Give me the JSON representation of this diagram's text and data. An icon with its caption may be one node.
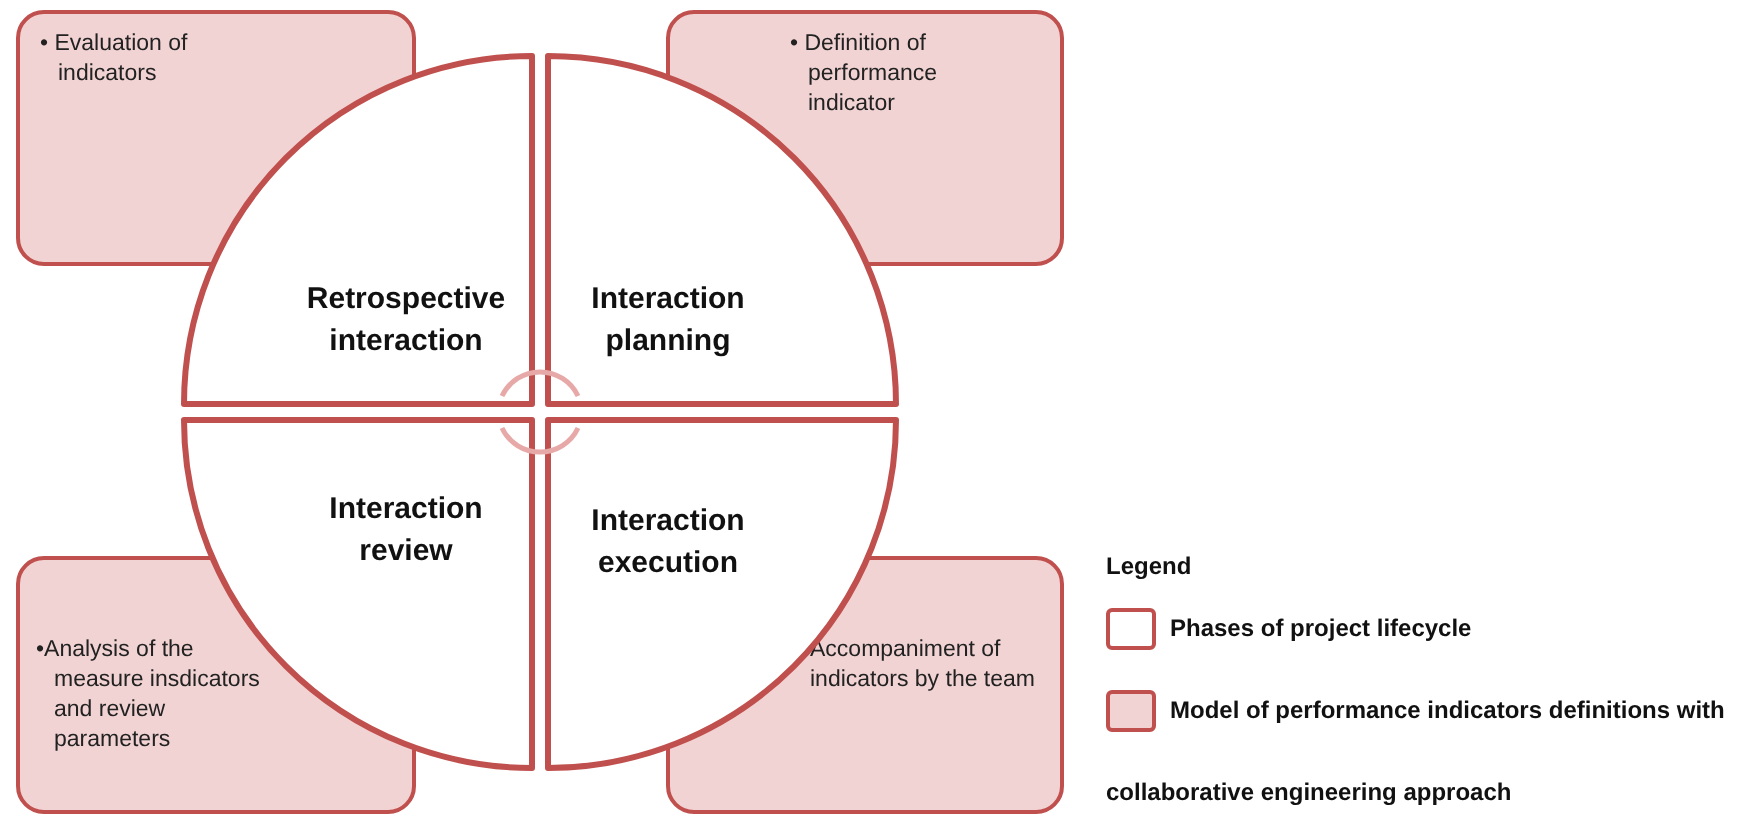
{
  "diagram": {
    "nodes": [
      {
        "text": [
          "• Evaluation of indicators"
        ]
      },
      {
        "text": [
          "• Definition of performance indicator"
        ]
      },
      {
        "text": [
          "Retrospective interaction"
        ]
      },
      {
        "text": [
          "Interaction planning"
        ]
      },
      {
        "text": [
          "Interaction review"
        ]
      },
      {
        "text": [
          "Interaction execution"
        ]
      },
      {
        "text": [
          "•Analysis of the measure insdicators and review parameters"
        ]
      },
      {
        "text": [
          "Accompaniment of indicators by the team"
        ]
      }
    ],
    "edges": [],
    "labels": [
      "Legend"
    ],
    "legend": [
      {
        "text": "Phases of project lifecycle",
        "color": "#ffffff"
      },
      {
        "text": "Model of performance indicators definitions with collaborative engineering approach",
        "color": "#f2d3d3"
      }
    ]
  }
}
